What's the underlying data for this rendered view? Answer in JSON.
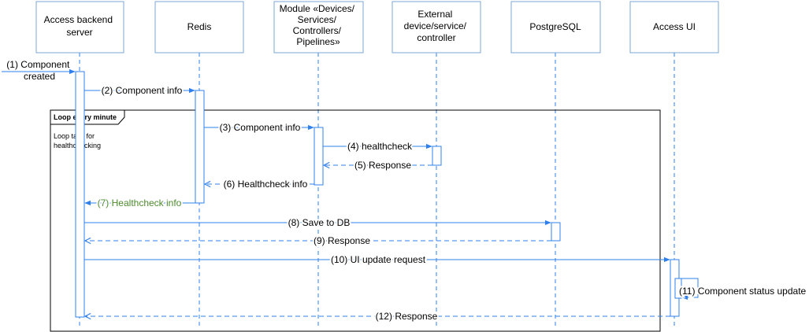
{
  "participants": [
    {
      "id": "backend",
      "lines": [
        "Access backend",
        "server"
      ]
    },
    {
      "id": "redis",
      "lines": [
        "Redis"
      ]
    },
    {
      "id": "module",
      "lines": [
        "Module «Devices/",
        "Services/",
        "Controllers/",
        "Pipelines»"
      ]
    },
    {
      "id": "external",
      "lines": [
        "External",
        "device/service/",
        "controller"
      ]
    },
    {
      "id": "postgres",
      "lines": [
        "PostgreSQL"
      ]
    },
    {
      "id": "ui",
      "lines": [
        "Access UI"
      ]
    }
  ],
  "messages": [
    {
      "label": "(1) Component created",
      "lines": [
        "(1) Component",
        "created"
      ],
      "from": "external-left",
      "to": "backend",
      "kind": "sync"
    },
    {
      "label": "(2) Component info",
      "from": "backend",
      "to": "redis",
      "kind": "sync"
    },
    {
      "label": "(3) Component info",
      "from": "redis",
      "to": "module",
      "kind": "sync"
    },
    {
      "label": "(4) healthcheck",
      "from": "module",
      "to": "external",
      "kind": "sync"
    },
    {
      "label": "(5) Response",
      "from": "external",
      "to": "module",
      "kind": "reply"
    },
    {
      "label": "(6) Healthcheck info",
      "from": "module",
      "to": "redis",
      "kind": "reply"
    },
    {
      "label": "(7) Healthcheck info",
      "from": "redis",
      "to": "backend",
      "kind": "sync",
      "color": "#4e8a2f"
    },
    {
      "label": "(8) Save to DB",
      "from": "backend",
      "to": "postgres",
      "kind": "sync"
    },
    {
      "label": "(9) Response",
      "from": "postgres",
      "to": "backend",
      "kind": "reply"
    },
    {
      "label": "(10) UI update request",
      "from": "backend",
      "to": "ui",
      "kind": "sync"
    },
    {
      "label": "(11) Component status update",
      "from": "ui",
      "to": "ui",
      "kind": "self"
    },
    {
      "label": "(12) Response",
      "from": "ui",
      "to": "backend",
      "kind": "reply"
    }
  ],
  "loop": {
    "title": "Loop every minute",
    "note_lines": [
      "Loop task for",
      "healthchecking"
    ]
  },
  "colors": {
    "line": "#2f80ed",
    "box_border": "#7ba7d4",
    "box_fill": "#ffffff",
    "frame": "#000000",
    "accent_text": "#4e8a2f"
  }
}
